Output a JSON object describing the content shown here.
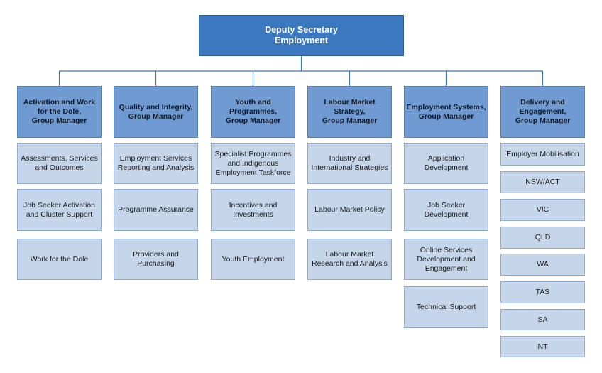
{
  "top": "Deputy Secretary\nEmployment",
  "branches": [
    {
      "title": "Activation and Work\nfor the Dole,\nGroup Manager",
      "items": [
        "Assessments, Services\nand Outcomes",
        "Job Seeker Activation\nand Cluster Support",
        "Work for the Dole"
      ]
    },
    {
      "title": "Quality and Integrity,\nGroup Manager",
      "items": [
        "Employment Services\nReporting and Analysis",
        "Programme Assurance",
        "Providers and\nPurchasing"
      ]
    },
    {
      "title": "Youth and\nProgrammes,\nGroup Manager",
      "items": [
        "Specialist Programmes\nand Indigenous\nEmployment Taskforce",
        "Incentives and\nInvestments",
        "Youth Employment"
      ]
    },
    {
      "title": "Labour Market\nStrategy,\nGroup Manager",
      "items": [
        "Industry and\nInternational Strategies",
        "Labour Market Policy",
        "Labour Market\nResearch and Analysis"
      ]
    },
    {
      "title": "Employment Systems,\nGroup Manager",
      "items": [
        "Application\nDevelopment",
        "Job Seeker\nDevelopment",
        "Online Services\nDevelopment and\nEngagement",
        "Technical Support"
      ]
    },
    {
      "title": "Delivery and\nEngagement,\nGroup Manager",
      "items": [
        "Employer Mobilisation",
        "NSW/ACT",
        "VIC",
        "QLD",
        "WA",
        "TAS",
        "SA",
        "NT"
      ]
    }
  ],
  "colors": {
    "top_fill": "#3c78bf",
    "head_fill": "#6f9bd2",
    "item_fill": "#c6d6ea",
    "connector": "#3c78bf"
  }
}
